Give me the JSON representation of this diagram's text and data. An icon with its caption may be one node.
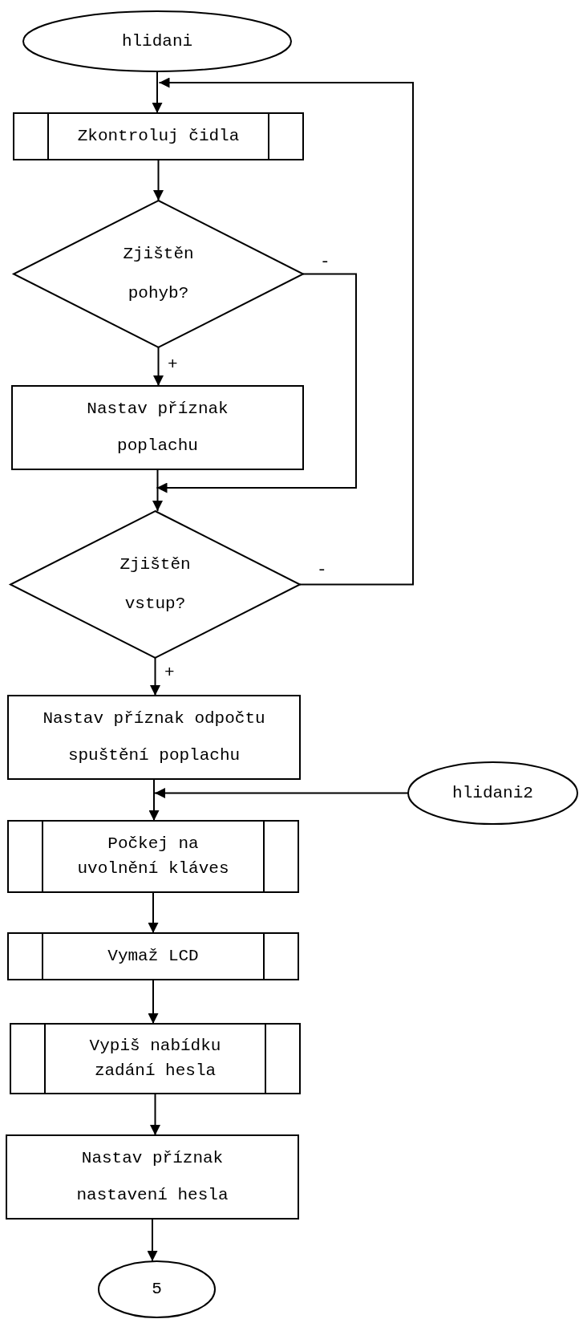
{
  "diagram": {
    "nodes": [
      {
        "text": [
          "hlidani"
        ]
      },
      {
        "text": [
          "Zkontroluj čidla"
        ]
      },
      {
        "text": [
          "Zjištěn pohyb?"
        ]
      },
      {
        "text": [
          "Nastav příznak poplachu"
        ]
      },
      {
        "text": [
          "Zjištěn vstup?"
        ]
      },
      {
        "text": [
          "Nastav příznak odpočtu spuštění poplachu"
        ]
      },
      {
        "text": [
          "hlidani2"
        ]
      },
      {
        "text": [
          "Počkej na uvolnění kláves"
        ]
      },
      {
        "text": [
          "Vymaž LCD"
        ]
      },
      {
        "text": [
          "Vypiš nabídku zadání hesla"
        ]
      },
      {
        "text": [
          "Nastav příznak nastavení hesla"
        ]
      },
      {
        "text": [
          "5"
        ]
      }
    ],
    "edges": [
      {
        "from": 0,
        "to": 1,
        "arrow": "to"
      },
      {
        "from": 1,
        "to": 2,
        "arrow": "to"
      },
      {
        "from": 2,
        "to": 3,
        "arrow": "to",
        "label": "+"
      },
      {
        "from": 2,
        "to": 4,
        "arrow": "to",
        "label": "-"
      },
      {
        "from": 3,
        "to": 4,
        "arrow": "to"
      },
      {
        "from": 4,
        "to": 1,
        "arrow": "to",
        "label": "-"
      },
      {
        "from": 4,
        "to": 5,
        "arrow": "to",
        "label": "+"
      },
      {
        "from": 5,
        "to": 7,
        "arrow": "to"
      },
      {
        "from": 6,
        "to": 7,
        "arrow": "to"
      },
      {
        "from": 7,
        "to": 8,
        "arrow": "to"
      },
      {
        "from": 8,
        "to": 9,
        "arrow": "to"
      },
      {
        "from": 9,
        "to": 10,
        "arrow": "to"
      },
      {
        "from": 10,
        "to": 11,
        "arrow": "to"
      }
    ]
  }
}
